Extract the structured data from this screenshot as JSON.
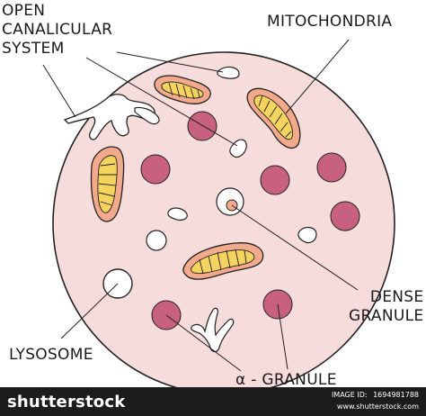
{
  "labels": {
    "open_canalicular_system": [
      "OPEN",
      "CANALICULAR",
      "SYSTEM"
    ],
    "mitochondria": "MITOCHONDRIA",
    "dense_granule": [
      "DENSE",
      "GRANULE"
    ],
    "lysosome": "LYSOSOME",
    "alpha_granule": "α - GRANULE"
  },
  "footer": {
    "brand": "shutterstock",
    "image_id_label": "IMAGE ID:",
    "image_id": "1694981788",
    "site": "www.shutterstock.com"
  },
  "colors": {
    "cell_fill": "#f7dcdc",
    "cell_outline": "#222222",
    "mito_outer": "#f3a98b",
    "mito_inner": "#f4d35f",
    "granule": "#c8607f",
    "footer_bg": "#1c1c1c"
  }
}
